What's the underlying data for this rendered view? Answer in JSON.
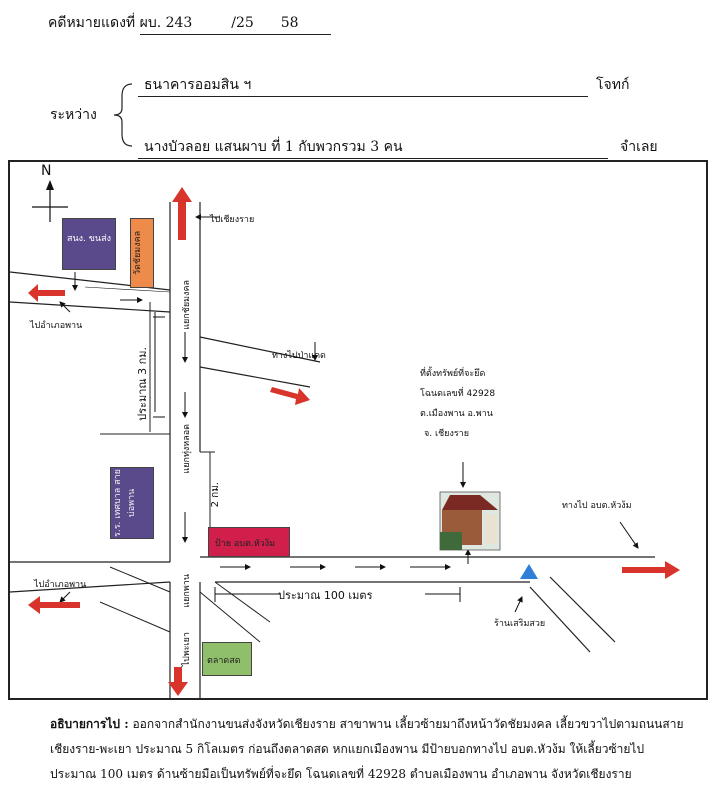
{
  "header": {
    "case_label": "คดีหมายแดงที่",
    "case_prefix": "ผบ. 243",
    "case_sep": "/25",
    "case_year": "58",
    "between_label": "ระหว่าง",
    "plaintiff": "ธนาคารออมสิน ฯ",
    "plaintiff_role": "โจทก์",
    "defendant": "นางบัวลอย แสนผาบ ที่ 1 กับพวกรวม 3 คน",
    "defendant_role": "จำเลย"
  },
  "map": {
    "north": "N",
    "labels": {
      "to_chiang_rai": "ไปเชียงราย",
      "office": "สนง. ขนส่ง",
      "temple": "วัดชัยมงคล",
      "to_amphoe_phan_top": "ไปอำเภอพาน",
      "junction_chaimongkol": "แยกชัยมงคล",
      "about_3km": "ประมาณ 3 กม.",
      "to_pa_daet": "ทางไปป่าแดด",
      "property_title": "ที่ตั้งทรัพย์ที่จะยึด",
      "deed": "โฉนดเลขที่ 42928",
      "subdistrict": "ต.เมืองพาน อ.พาน",
      "province": "จ. เชียงราย",
      "junction_nong_lot": "แยกทุ่งหลอด",
      "school": "ร.ร. เทศบาล สายบ่อพาน",
      "about_2km": "2 กม.",
      "to_obt": "ทางไป อบต.หัวง้ม",
      "sign": "ป้าย อบต.หัวง้ม",
      "to_amphoe_phan_bottom": "ไปอำเภอพาน",
      "junction_phan": "แยกพาน",
      "about_100m": "ประมาณ 100 เมตร",
      "shop": "ร้านเสริมสวย",
      "to_phayao": "ไปพะเยา",
      "market": "ตลาดสด"
    },
    "colors": {
      "arrow": "#d9342b",
      "office": "#5b4a8b",
      "temple": "#ee8a4a",
      "sign": "#cf1f4a",
      "market": "#8fbf6a",
      "shop": "#2f7fd8"
    }
  },
  "description": {
    "heading": "อธิบายการไป :",
    "text": "ออกจากสำนักงานขนส่งจังหวัดเชียงราย สาขาพาน เลี้ยวซ้ายมาถึงหน้าวัดชัยมงคล เลี้ยวขวาไปตามถนนสายเชียงราย-พะเยา ประมาณ 5 กิโลเมตร ก่อนถึงตลาดสด หกแยกเมืองพาน มีป้ายบอกทางไป อบต.หัวง้ม ให้เลี้ยวซ้ายไปประมาณ 100 เมตร ด้านซ้ายมือเป็นทรัพย์ที่จะยึด โฉนดเลขที่ 42928 ตำบลเมืองพาน อำเภอพาน จังหวัดเชียงราย"
  }
}
